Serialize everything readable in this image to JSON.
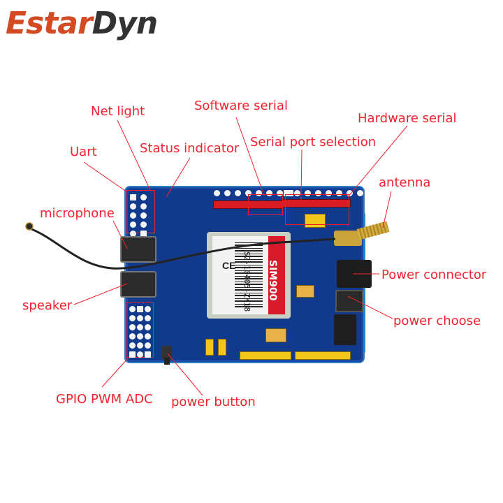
{
  "brand": {
    "logo_part1": "Estar",
    "logo_part2": "Dyn",
    "colors": {
      "part1": "#d44a22",
      "part2": "#333333"
    }
  },
  "product": {
    "module_name": "SIM900",
    "module_code": "S2-10405-ZK18",
    "ce_mark": "CE",
    "board_color": "#123a8c",
    "annotation_color": "#f2222e"
  },
  "annotations": [
    {
      "id": "net-light",
      "label": "Net light"
    },
    {
      "id": "software-serial",
      "label": "Software serial"
    },
    {
      "id": "hardware-serial",
      "label": "Hardware serial"
    },
    {
      "id": "uart",
      "label": "Uart"
    },
    {
      "id": "status-indicator",
      "label": "Status indicator"
    },
    {
      "id": "serial-port-selection",
      "label": "Serial port selection"
    },
    {
      "id": "antenna",
      "label": "antenna"
    },
    {
      "id": "microphone",
      "label": "microphone"
    },
    {
      "id": "power-connector",
      "label": "Power connector"
    },
    {
      "id": "speaker",
      "label": "speaker"
    },
    {
      "id": "power-choose",
      "label": "power choose"
    },
    {
      "id": "gpio-pwm-adc",
      "label": "GPIO PWM ADC"
    },
    {
      "id": "power-button",
      "label": "power button"
    }
  ]
}
